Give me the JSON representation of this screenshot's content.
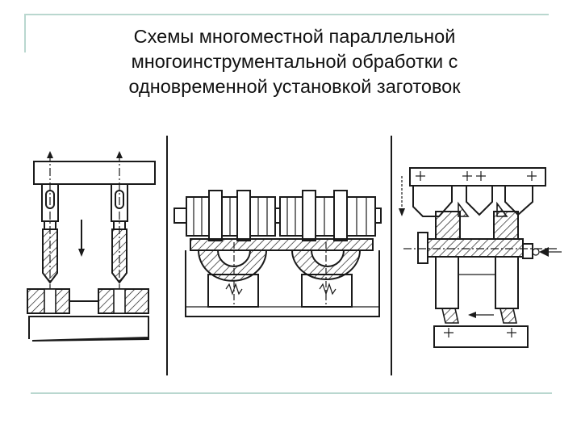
{
  "slide": {
    "title_lines": [
      "Схемы многоместной параллельной",
      "многоинструментальной обработки с",
      "одновременной установкой заготовок"
    ]
  },
  "colors": {
    "rule": "#b9d7cf",
    "ink": "#1a1a1a",
    "background": "#ffffff"
  }
}
